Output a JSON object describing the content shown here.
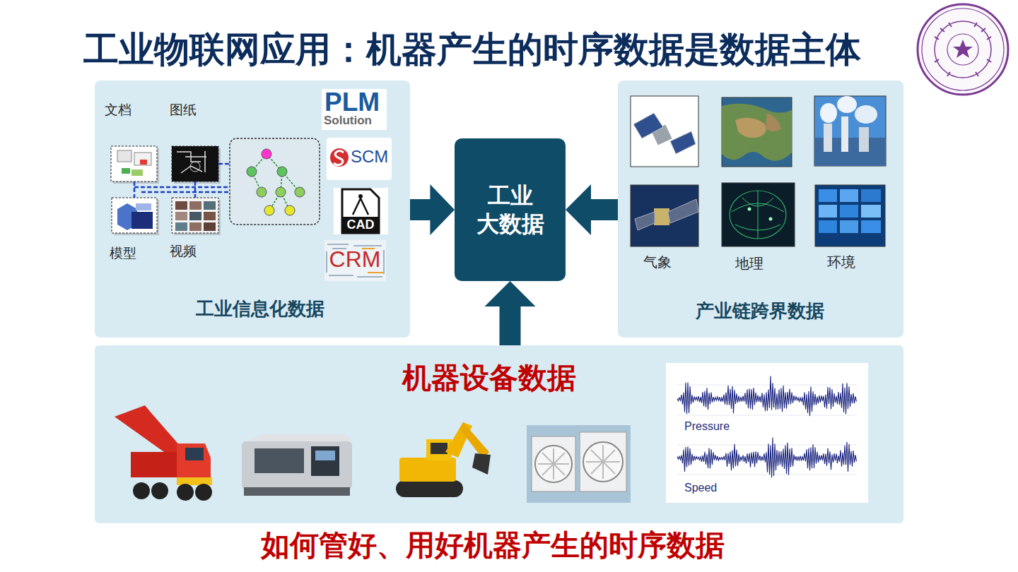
{
  "diagram": {
    "title": "工业物联网应用：机器产生的时序数据是数据主体",
    "caption": "如何管好、用好机器产生的时序数据",
    "nodes": [
      {
        "text": [
          "工业信息化数据"
        ]
      },
      {
        "text": [
          "工业 大数据"
        ]
      },
      {
        "text": [
          "产业链跨界数据"
        ]
      },
      {
        "text": [
          "机器设备数据"
        ]
      }
    ],
    "edges": [
      {
        "from": 0,
        "to": 1,
        "arrow": "to"
      },
      {
        "from": 2,
        "to": 1,
        "arrow": "to"
      },
      {
        "from": 3,
        "to": 1,
        "arrow": "to"
      }
    ],
    "labels": [
      "文档",
      "图纸",
      "模型",
      "视频",
      "PLM",
      "Solution",
      "SCM",
      "CAD",
      "CRM",
      "气象",
      "地理",
      "环境",
      "Pressure",
      "Speed"
    ]
  }
}
